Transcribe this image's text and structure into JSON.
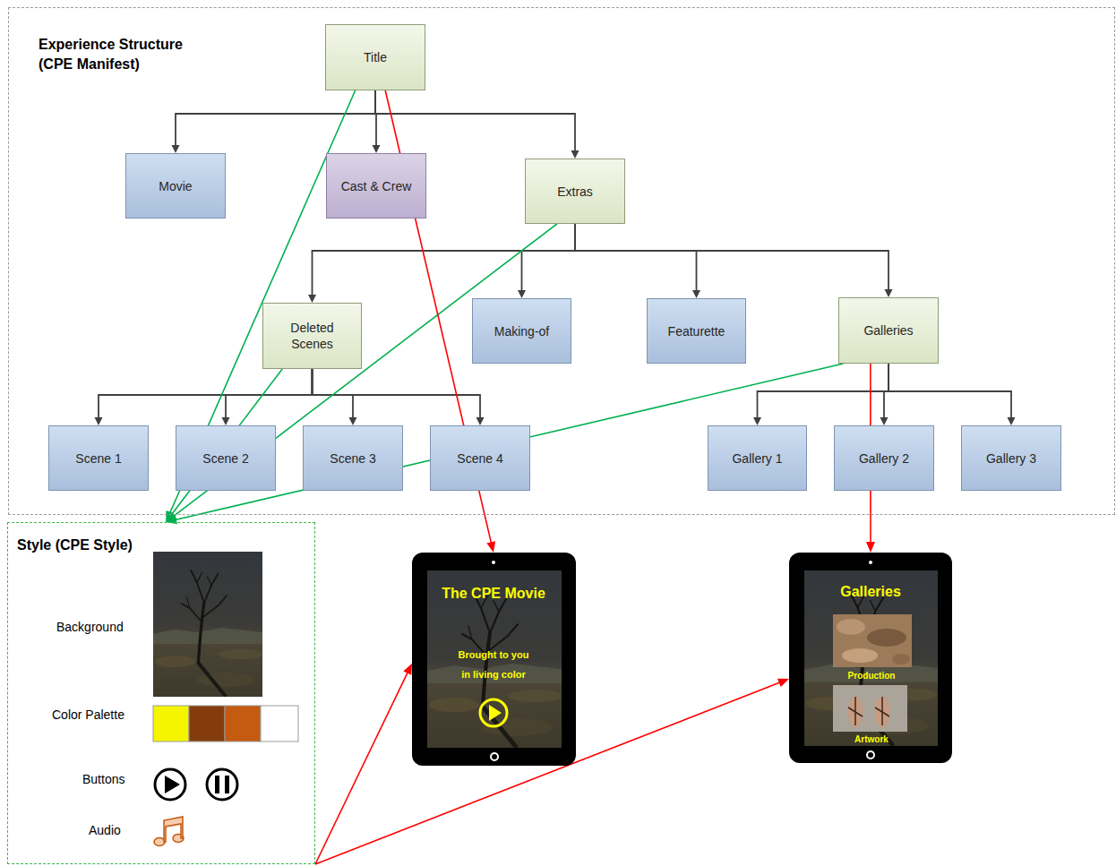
{
  "diagram": {
    "nodes": [
      {
        "text": [
          "Experience Structure (CPE Manifest)"
        ]
      },
      {
        "text": [
          "Title"
        ],
        "in": 0
      },
      {
        "text": [
          "Movie"
        ],
        "in": 0
      },
      {
        "text": [
          "Cast & Crew"
        ],
        "in": 0
      },
      {
        "text": [
          "Extras"
        ],
        "in": 0
      },
      {
        "text": [
          "Deleted Scenes"
        ],
        "in": 0
      },
      {
        "text": [
          "Making-of"
        ],
        "in": 0
      },
      {
        "text": [
          "Featurette"
        ],
        "in": 0
      },
      {
        "text": [
          "Galleries"
        ],
        "in": 0
      },
      {
        "text": [
          "Scene 1"
        ],
        "in": 0
      },
      {
        "text": [
          "Scene 2"
        ],
        "in": 0
      },
      {
        "text": [
          "Scene 3"
        ],
        "in": 0
      },
      {
        "text": [
          "Scene 4"
        ],
        "in": 0
      },
      {
        "text": [
          "Gallery 1"
        ],
        "in": 0
      },
      {
        "text": [
          "Gallery 2"
        ],
        "in": 0
      },
      {
        "text": [
          "Gallery 3"
        ],
        "in": 0
      },
      {
        "text": [
          "Style (CPE Style)"
        ]
      },
      {
        "text": [
          "The CPE Movie",
          "Brought to you in living color"
        ]
      },
      {
        "text": [
          "Galleries",
          "Production",
          "Artwork"
        ]
      }
    ],
    "edges": [
      {
        "from": 1,
        "to": 2,
        "arrow": "to"
      },
      {
        "from": 1,
        "to": 3,
        "arrow": "to"
      },
      {
        "from": 1,
        "to": 4,
        "arrow": "to"
      },
      {
        "from": 4,
        "to": 5,
        "arrow": "to"
      },
      {
        "from": 4,
        "to": 6,
        "arrow": "to"
      },
      {
        "from": 4,
        "to": 7,
        "arrow": "to"
      },
      {
        "from": 4,
        "to": 8,
        "arrow": "to"
      },
      {
        "from": 5,
        "to": 9,
        "arrow": "to"
      },
      {
        "from": 5,
        "to": 10,
        "arrow": "to"
      },
      {
        "from": 5,
        "to": 11,
        "arrow": "to"
      },
      {
        "from": 5,
        "to": 12,
        "arrow": "to"
      },
      {
        "from": 8,
        "to": 13,
        "arrow": "to"
      },
      {
        "from": 8,
        "to": 14,
        "arrow": "to"
      },
      {
        "from": 8,
        "to": 15,
        "arrow": "to"
      },
      {
        "from": 1,
        "to": 16,
        "arrow": "to"
      },
      {
        "from": 4,
        "to": 16,
        "arrow": "to"
      },
      {
        "from": 5,
        "to": 16,
        "arrow": "to"
      },
      {
        "from": 8,
        "to": 16,
        "arrow": "to"
      },
      {
        "from": 1,
        "to": 17,
        "arrow": "to"
      },
      {
        "from": 8,
        "to": 18,
        "arrow": "to"
      },
      {
        "from": 16,
        "to": 17,
        "arrow": "to"
      },
      {
        "from": 16,
        "to": 18,
        "arrow": "to"
      }
    ],
    "labels": [
      "Background",
      "Color Palette",
      "Buttons",
      "Audio"
    ]
  }
}
